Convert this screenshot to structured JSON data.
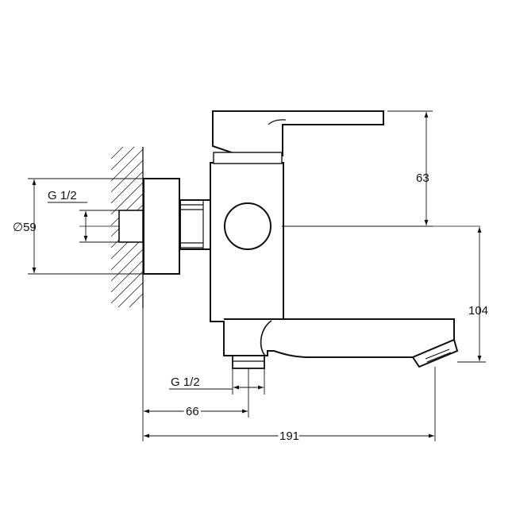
{
  "diagram": {
    "dimensions": {
      "height_lever": "63",
      "height_spout": "104",
      "wall_diameter": "∅59",
      "wall_thread": "G 1/2",
      "bottom_thread": "G 1/2",
      "depth_outlet": "66",
      "depth_total": "191"
    }
  }
}
